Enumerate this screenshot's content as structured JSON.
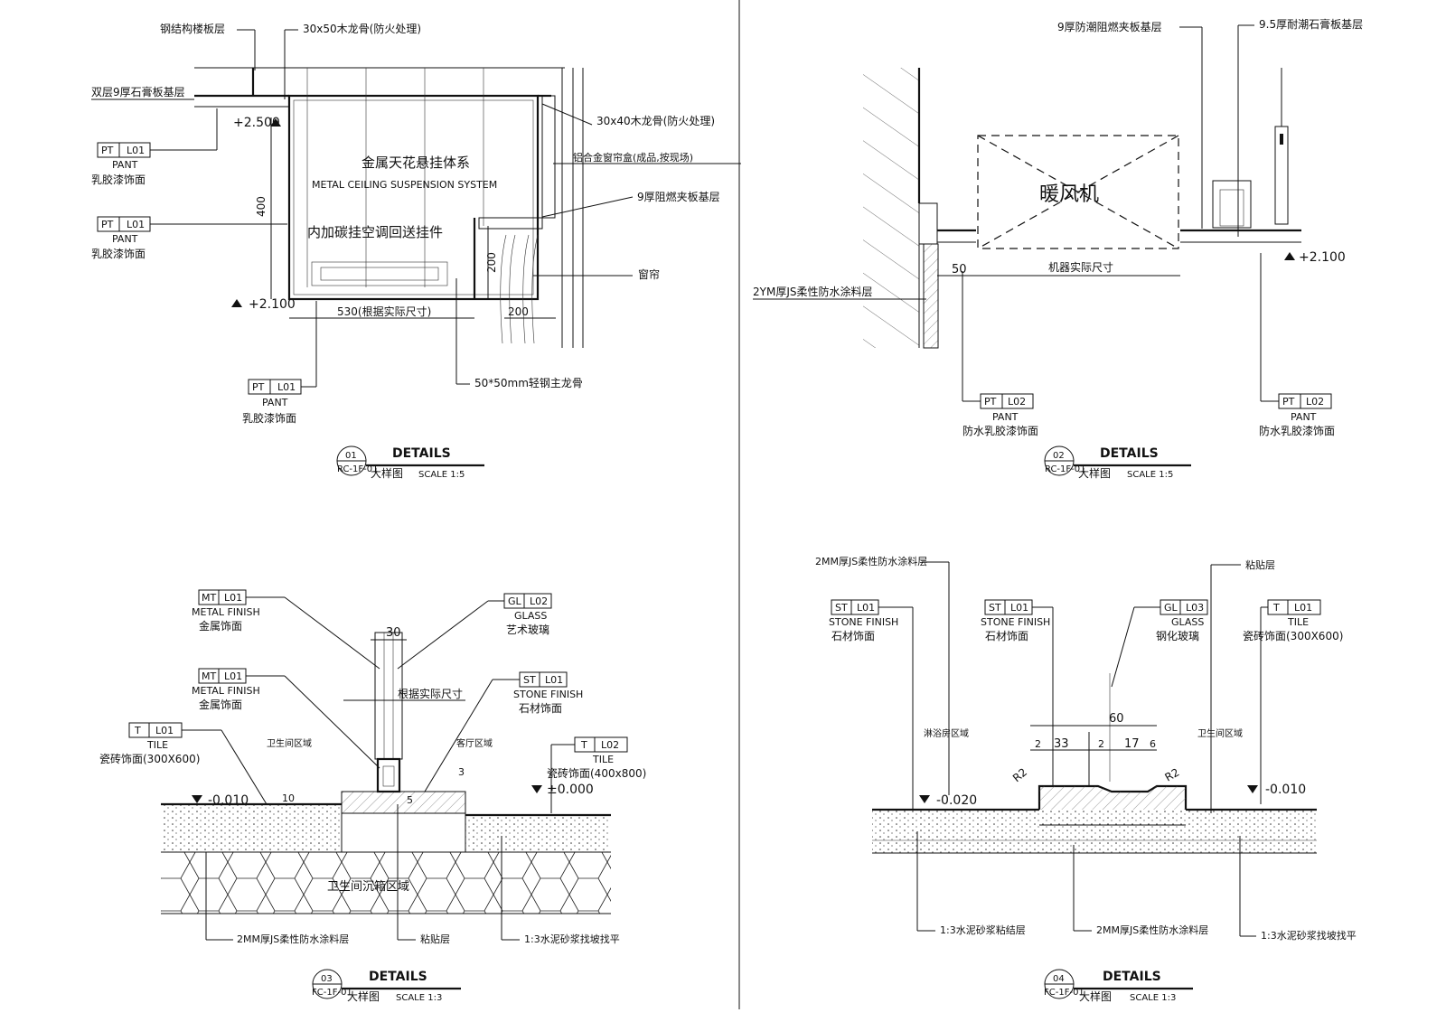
{
  "d1": {
    "title_num": "01",
    "title_sheet": "RC-1F-01",
    "title": "DETAILS",
    "sub": "大样图",
    "scale": "SCALE 1:5",
    "lbl_slab": "钢结构楼板层",
    "lbl_keel1": "30x50木龙骨(防火处理)",
    "lbl_gyp": "双层9厚石膏板基层",
    "lbl_keel2": "30x40木龙骨(防火处理)",
    "lbl_rail": "铝合金窗帘盒(成品,按现场)",
    "lbl_board": "9厚阻燃夹板基层",
    "lbl_curtain": "窗帘",
    "lbl_steel": "50*50mm轻钢主龙骨",
    "sys_cn": "金属天花悬挂体系",
    "sys_en": "METAL CEILING SUSPENSION SYSTEM",
    "ac": "内加碳挂空调回送挂件",
    "elev_top": "+2.500",
    "elev_bot": "+2.100",
    "dim400": "400",
    "dim530": "530(根据实际尺寸)",
    "dim200v": "200",
    "dim200h": "200",
    "pt1": {
      "a": "PT",
      "b": "L01",
      "en": "PANT",
      "cn": "乳胶漆饰面"
    },
    "pt2": {
      "a": "PT",
      "b": "L01",
      "en": "PANT",
      "cn": "乳胶漆饰面"
    },
    "pt3": {
      "a": "PT",
      "b": "L01",
      "en": "PANT",
      "cn": "乳胶漆饰面"
    }
  },
  "d2": {
    "title_num": "02",
    "title_sheet": "RC-1F-01",
    "title": "DETAILS",
    "sub": "大样图",
    "scale": "SCALE 1:5",
    "lbl_board": "9厚防潮阻燃夹板基层",
    "lbl_gyp": "9.5厚耐潮石膏板基层",
    "lbl_wp": "2YM厚JS柔性防水涂料层",
    "unit": "暖风机",
    "dim50": "50",
    "dim_act": "机器实际尺寸",
    "elev": "+2.100",
    "pt1": {
      "a": "PT",
      "b": "L02",
      "en": "PANT",
      "cn": "防水乳胶漆饰面"
    },
    "pt2": {
      "a": "PT",
      "b": "L02",
      "en": "PANT",
      "cn": "防水乳胶漆饰面"
    }
  },
  "d3": {
    "title_num": "03",
    "title_sheet": "FC-1F-01",
    "title": "DETAILS",
    "sub": "大样图",
    "scale": "SCALE 1:3",
    "mt1": {
      "a": "MT",
      "b": "L01",
      "en": "METAL FINISH",
      "cn": "金属饰面"
    },
    "mt2": {
      "a": "MT",
      "b": "L01",
      "en": "METAL FINISH",
      "cn": "金属饰面"
    },
    "gl": {
      "a": "GL",
      "b": "L02",
      "en": "GLASS",
      "cn": "艺术玻璃"
    },
    "st": {
      "a": "ST",
      "b": "L01",
      "en": "STONE FINISH",
      "cn": "石材饰面"
    },
    "t1": {
      "a": "T",
      "b": "L01",
      "en": "TILE",
      "cn": "瓷砖饰面(300X600)"
    },
    "t2": {
      "a": "T",
      "b": "L02",
      "en": "TILE",
      "cn": "瓷砖饰面(400x800)"
    },
    "dim30": "30",
    "dim_act": "根据实际尺寸",
    "zone_l": "卫生间区域",
    "zone_r": "客厅区域",
    "zone_sink": "卫生间沉箱区域",
    "elev_l": "-0.010",
    "elev_r": "±0.000",
    "dim3": "3",
    "dim5": "5",
    "dim10": "10",
    "lbl_wp": "2MM厚JS柔性防水涂料层",
    "lbl_bond": "粘贴层",
    "lbl_mortar": "1:3水泥砂浆找坡找平"
  },
  "d4": {
    "title_num": "04",
    "title_sheet": "FC-1F-01",
    "title": "DETAILS",
    "sub": "大样图",
    "scale": "SCALE 1:3",
    "lbl_wp": "2MM厚JS柔性防水涂料层",
    "lbl_bond": "粘贴层",
    "st1": {
      "a": "ST",
      "b": "L01",
      "en": "STONE FINISH",
      "cn": "石材饰面"
    },
    "st2": {
      "a": "ST",
      "b": "L01",
      "en": "STONE FINISH",
      "cn": "石材饰面"
    },
    "gl": {
      "a": "GL",
      "b": "L03",
      "en": "GLASS",
      "cn": "钢化玻璃"
    },
    "t1": {
      "a": "T",
      "b": "L01",
      "en": "TILE",
      "cn": "瓷砖饰面(300X600)"
    },
    "zone_l": "淋浴房区域",
    "zone_r": "卫生间区域",
    "dim60": "60",
    "dim33": "33",
    "dim2a": "2",
    "dim2b": "2",
    "dim17": "17",
    "dim6": "6",
    "r2a": "R2",
    "r2b": "R2",
    "elev_l": "-0.020",
    "elev_r": "-0.010",
    "lbl_mortar1": "1:3水泥砂浆粘结层",
    "lbl_wp2": "2MM厚JS柔性防水涂料层",
    "lbl_mortar2": "1:3水泥砂浆找坡找平"
  }
}
